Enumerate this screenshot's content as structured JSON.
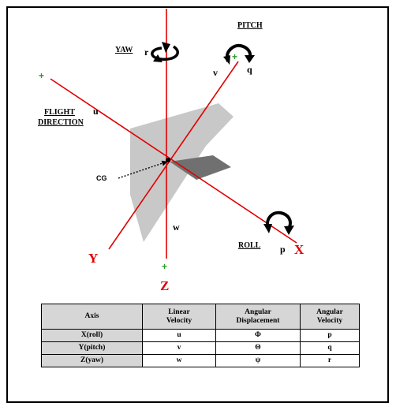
{
  "labels": {
    "pitch": "PITCH",
    "yaw": "YAW",
    "roll": "ROLL",
    "flight_direction_line1": "FLIGHT",
    "flight_direction_line2": "DIRECTION",
    "cg": "CG",
    "plus": "+"
  },
  "axes": {
    "x": "X",
    "y": "Y",
    "z": "Z"
  },
  "velocities": {
    "u": "u",
    "v": "v",
    "w": "w",
    "p": "p",
    "q": "q",
    "r": "r"
  },
  "colors": {
    "axis": "#e00000",
    "positive_marker": "#2a9d2a",
    "plane_light": "#c8c8c8",
    "plane_dark": "#707070",
    "table_header": "#d6d6d6"
  },
  "table": {
    "headers": [
      {
        "line1": "Axis",
        "line2": ""
      },
      {
        "line1": "Linear",
        "line2": "Velocity"
      },
      {
        "line1": "Angular",
        "line2": "Displacement"
      },
      {
        "line1": "Angular",
        "line2": "Velocity"
      }
    ],
    "rows": [
      {
        "axis": "X(roll)",
        "linear": "u",
        "displacement": "Φ",
        "angular": "p"
      },
      {
        "axis": "Y(pitch)",
        "linear": "v",
        "displacement": "Θ",
        "angular": "q"
      },
      {
        "axis": "Z(yaw)",
        "linear": "w",
        "displacement": "ψ",
        "angular": "r"
      }
    ]
  }
}
